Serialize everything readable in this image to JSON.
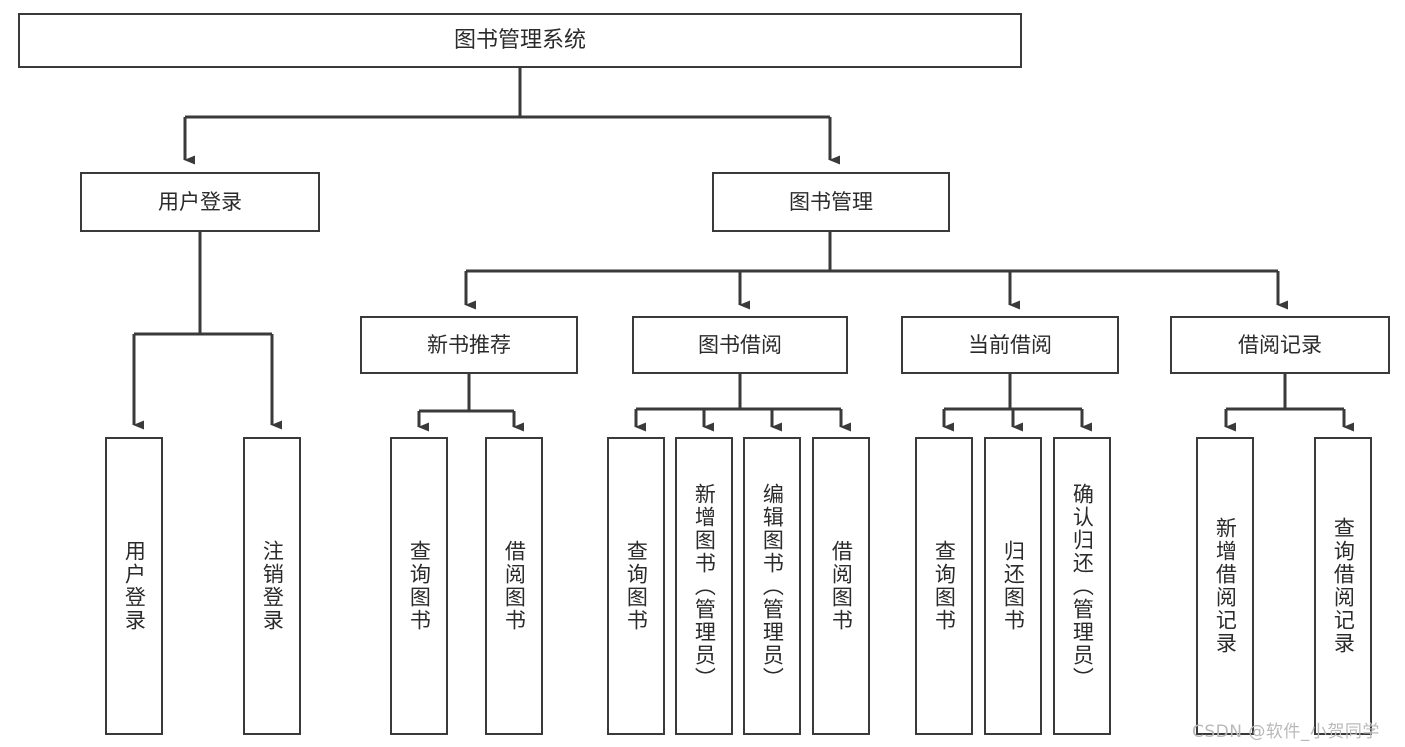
{
  "diagram": {
    "type": "tree",
    "title": "图书管理系统",
    "orientation": "top-down",
    "line_color": "#3a3a3a",
    "text_color": "#2b2b2b",
    "background": "#ffffff"
  },
  "watermark": {
    "text": "CSDN @软件_小贺同学",
    "color": "#b9b9b9"
  },
  "nodes": {
    "root": {
      "label": "图书管理系统"
    },
    "level2": [
      {
        "label": "用户登录"
      },
      {
        "label": "图书管理"
      }
    ],
    "level3": [
      {
        "label": "新书推荐"
      },
      {
        "label": "图书借阅"
      },
      {
        "label": "当前借阅"
      },
      {
        "label": "借阅记录"
      }
    ],
    "leaves_user_login": [
      {
        "label": "用户登录"
      },
      {
        "label": "注销登录"
      }
    ],
    "leaves_new_book": [
      {
        "label": "查询图书"
      },
      {
        "label": "借阅图书"
      }
    ],
    "leaves_borrow": [
      {
        "label": "查询图书"
      },
      {
        "label": "新增图书（管理员）"
      },
      {
        "label": "编辑图书（管理员）"
      },
      {
        "label": "借阅图书"
      }
    ],
    "leaves_current": [
      {
        "label": "查询图书"
      },
      {
        "label": "归还图书"
      },
      {
        "label": "确认归还（管理员）"
      }
    ],
    "leaves_record": [
      {
        "label": "新增借阅记录"
      },
      {
        "label": "查询借阅记录"
      }
    ]
  }
}
